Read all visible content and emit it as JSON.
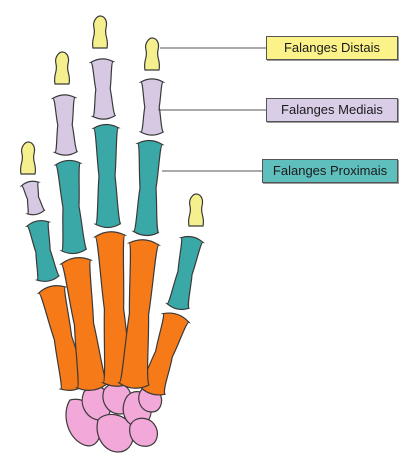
{
  "labels": {
    "distal": {
      "text": "Falanges Distais",
      "color": "#fbf38a"
    },
    "medial": {
      "text": "Falanges Mediais",
      "color": "#d9cde8"
    },
    "proximal": {
      "text": "Falanges Proximais",
      "color": "#5ebfbd"
    }
  },
  "bone_colors": {
    "distal": "#f6ef8e",
    "medial": "#d7c9e4",
    "proximal": "#3aa8a6",
    "metacarpal": "#f77a18",
    "carpal": "#f2a8d8",
    "outline": "#3a3a3a",
    "leader": "#555555"
  }
}
